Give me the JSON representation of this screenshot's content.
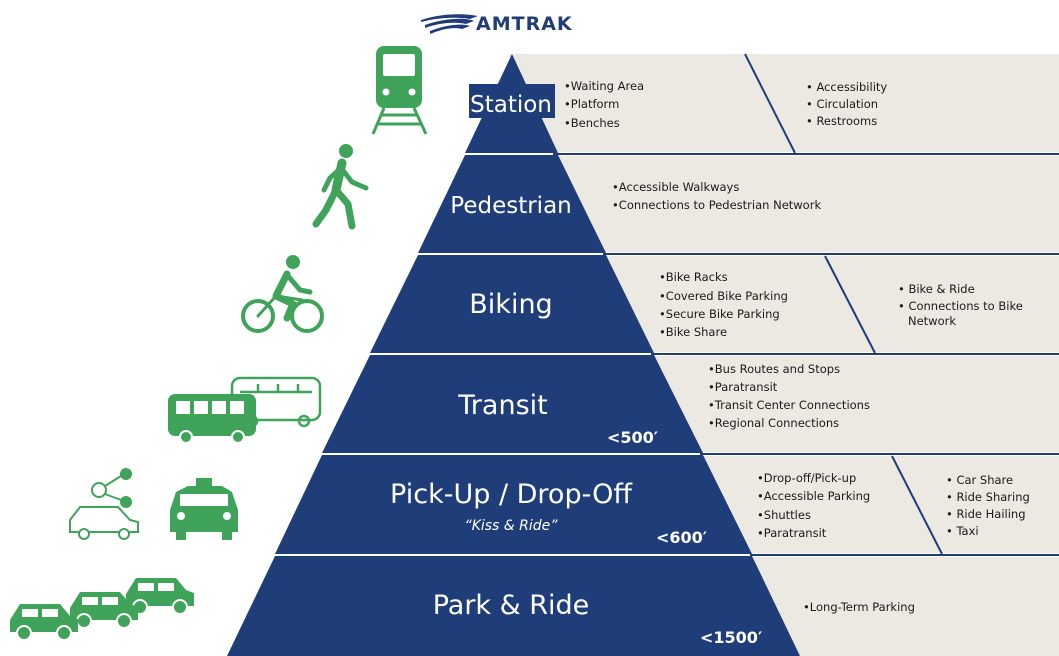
{
  "logo": {
    "text": "AMTRAK"
  },
  "colors": {
    "navy": "#1f3d78",
    "panel": "#ece9e2",
    "green": "#3fa35a",
    "white": "#ffffff"
  },
  "tiers": [
    {
      "label": "Station",
      "distance": "",
      "col1": [
        "•Waiting Area",
        "•Platform",
        "•Benches"
      ],
      "col2": [
        "• Accessibility",
        "• Circulation",
        "• Restrooms"
      ]
    },
    {
      "label": "Pedestrian",
      "distance": "",
      "col1": [
        "•Accessible Walkways",
        "•Connections to Pedestrian Network"
      ],
      "col2": []
    },
    {
      "label": "Biking",
      "distance": "",
      "col1": [
        "•Bike Racks",
        "•Covered Bike Parking",
        "•Secure Bike Parking",
        "•Bike Share"
      ],
      "col2": [
        "• Bike & Ride",
        "• Connections to Bike",
        "Network"
      ]
    },
    {
      "label": "Transit",
      "distance": "<500′",
      "col1": [
        "•Bus Routes and Stops",
        "•Paratransit",
        "•Transit Center Connections",
        "•Regional Connections"
      ],
      "col2": []
    },
    {
      "label": "Pick-Up / Drop-Off",
      "sublabel": "“Kiss & Ride”",
      "distance": "<600′",
      "col1": [
        "•Drop-off/Pick-up",
        "•Accessible Parking",
        "•Shuttles",
        "•Paratransit"
      ],
      "col2": [
        "• Car Share",
        "• Ride Sharing",
        "• Ride Hailing",
        "• Taxi"
      ]
    },
    {
      "label": "Park & Ride",
      "distance": "<1500′",
      "col1": [
        "•Long-Term Parking"
      ],
      "col2": []
    }
  ],
  "icons": [
    "train-icon",
    "pedestrian-icon",
    "cyclist-icon",
    "bus-icon",
    "rideshare-icon",
    "taxi-icon",
    "cars-icon"
  ]
}
